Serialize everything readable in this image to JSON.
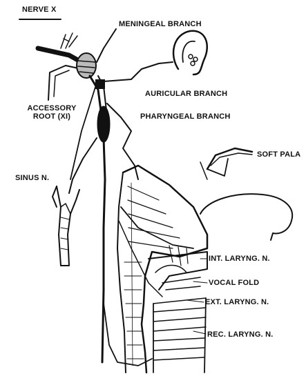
{
  "labels": {
    "nerve_x": "NERVE X",
    "meningeal_branch": "MENINGEAL BRANCH",
    "auricular_branch": "AURICULAR BRANCH",
    "accessory_root_line1": "ACCESSORY",
    "accessory_root_line2": "ROOT (XI)",
    "pharyngeal_branch": "PHARYNGEAL BRANCH",
    "soft_palate": "SOFT PALA",
    "sinus_n": "SINUS N.",
    "int_laryng_n": "INT. LARYNG. N.",
    "vocal_fold": "VOCAL FOLD",
    "ext_laryng_n": "EXT. LARYNG. N.",
    "rec_laryng_n": "REC. LARYNG. N."
  }
}
